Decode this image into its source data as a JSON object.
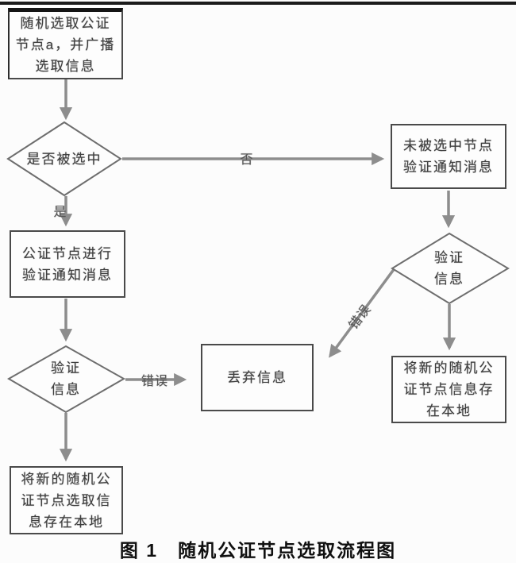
{
  "figure_caption": "图 1　随机公证节点选取流程图",
  "flowchart": {
    "nodes": {
      "start": {
        "type": "process",
        "label": "随机选取公证\n节点a，并广播\n选取信息"
      },
      "is_selected": {
        "type": "decision",
        "label": "是否被选中"
      },
      "notary_verify": {
        "type": "process",
        "label": "公证节点进行\n验证通知消息"
      },
      "verify_left": {
        "type": "decision",
        "label": "验证\n信息"
      },
      "store_left": {
        "type": "process",
        "label": "将新的随机公\n证节点选取信\n息存在本地"
      },
      "discard": {
        "type": "process",
        "label": "丢弃信息"
      },
      "unselected_verify": {
        "type": "process",
        "label": "未被选中节点\n验证通知消息"
      },
      "verify_right": {
        "type": "decision",
        "label": "验证\n信息"
      },
      "store_right": {
        "type": "process",
        "label": "将新的随机公\n证节点信息存\n在本地"
      }
    },
    "edge_labels": {
      "yes": "是",
      "no": "否",
      "error_left": "错误",
      "error_right": "错误"
    }
  },
  "colors": {
    "line": "#8d8d8d",
    "diamond_border": "#6e6e6e",
    "box_border": "#4a4a4a",
    "text": "#3f3f3f",
    "caption": "#101010",
    "top_bar": "#1b1b1b"
  }
}
